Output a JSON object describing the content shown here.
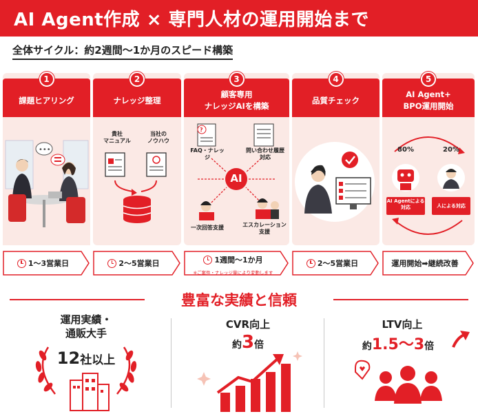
{
  "header": {
    "title": "AI Agent作成 × 専門人材の運用開始まで"
  },
  "subtitle": "全体サイクル：約2週間〜1か月のスピード構築",
  "steps": [
    {
      "number": "1",
      "title": "課題ヒアリング",
      "duration": "1〜3営業日"
    },
    {
      "number": "2",
      "title": "ナレッジ整理",
      "duration": "2〜5営業日",
      "doc_labels": [
        "貴社\nマニュアル",
        "当社の\nノウハウ"
      ]
    },
    {
      "number": "3",
      "title": "顧客専用\nナレッジAIを構築",
      "duration": "1週間〜1か月",
      "note": "※ご案件・ナレッジ量により変動します",
      "labels": {
        "faq": "FAQ・ナレッジ",
        "history": "問い合わせ履歴\n対応",
        "ai": "AI",
        "first": "一次回答支援",
        "escalation": "エスカレーション\n支援"
      }
    },
    {
      "number": "4",
      "title": "品質チェック",
      "duration": "2〜5営業日"
    },
    {
      "number": "5",
      "title": "AI Agent+\nBPO運用開始",
      "duration": "運用開始➡継続改善",
      "labels": {
        "pct_ai": "80%",
        "pct_human": "20%",
        "by_ai": "AI Agentによる\n対応",
        "by_human": "人による対応"
      }
    }
  ],
  "results": {
    "title": "豊富な実績と信頼",
    "items": [
      {
        "label": "運用実績・\n通販大手",
        "value_num": "12",
        "value_unit": "社以上"
      },
      {
        "label": "CVR向上",
        "prefix": "約",
        "value_num": "3",
        "value_unit": "倍"
      },
      {
        "label": "LTV向上",
        "prefix": "約",
        "value_num": "1.5〜3",
        "value_unit": "倍"
      }
    ]
  },
  "colors": {
    "brand_red": "#e21f26",
    "card_bg": "#fbe9e5"
  }
}
